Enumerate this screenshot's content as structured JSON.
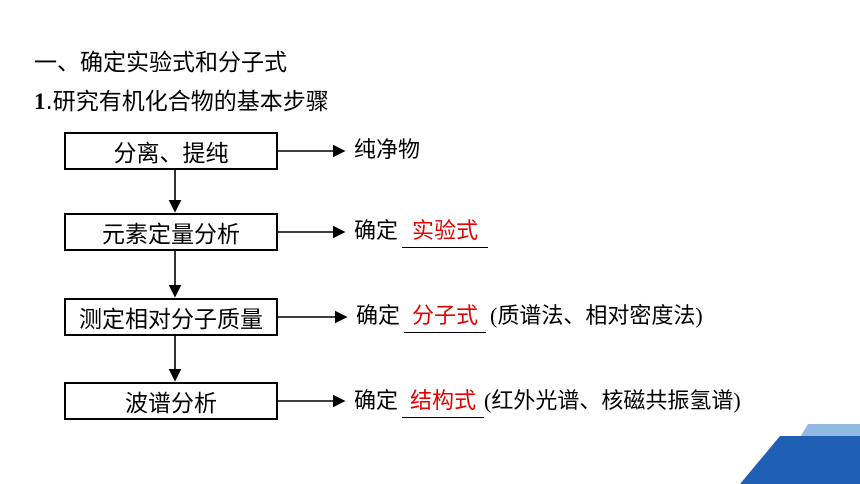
{
  "heading": "一、确定实验式和分子式",
  "subheading": {
    "number": "1",
    "text": ".研究有机化合物的基本步骤"
  },
  "steps": [
    {
      "box": "分离、提纯",
      "result_prefix": "纯净物",
      "answer": "",
      "note": ""
    },
    {
      "box": "元素定量分析",
      "result_prefix": "确定",
      "answer": "实验式",
      "note": ""
    },
    {
      "box": "测定相对分子质量",
      "result_prefix": "确定",
      "answer": "分子式",
      "note": "(质谱法、相对密度法)"
    },
    {
      "box": "波谱分析",
      "result_prefix": "确定",
      "answer": "结构式",
      "note": "(红外光谱、核磁共振氢谱)"
    }
  ],
  "colors": {
    "answer": "#e60000",
    "decor_dark": "#1f5fb4",
    "decor_light": "#8fb8e3"
  }
}
